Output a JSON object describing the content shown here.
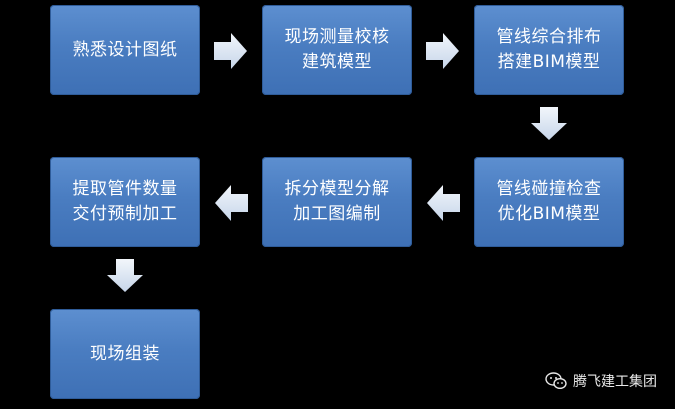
{
  "steps": [
    {
      "id": "step-1",
      "label": "熟悉设计图纸"
    },
    {
      "id": "step-2",
      "label": "现场测量校核\n建筑模型"
    },
    {
      "id": "step-3",
      "label": "管线综合排布\n搭建BIM模型"
    },
    {
      "id": "step-4",
      "label": "管线碰撞检查\n优化BIM模型"
    },
    {
      "id": "step-5",
      "label": "拆分模型分解\n加工图编制"
    },
    {
      "id": "step-6",
      "label": "提取管件数量\n交付预制加工"
    },
    {
      "id": "step-7",
      "label": "现场组装"
    }
  ],
  "arrows": [
    {
      "from": "step-1",
      "to": "step-2",
      "direction": "right"
    },
    {
      "from": "step-2",
      "to": "step-3",
      "direction": "right"
    },
    {
      "from": "step-3",
      "to": "step-4",
      "direction": "down"
    },
    {
      "from": "step-4",
      "to": "step-5",
      "direction": "left"
    },
    {
      "from": "step-5",
      "to": "step-6",
      "direction": "left"
    },
    {
      "from": "step-6",
      "to": "step-7",
      "direction": "down"
    }
  ],
  "watermark": {
    "text": "腾飞建工集团",
    "icon": "wechat-icon"
  },
  "colors": {
    "background": "#000000",
    "box_fill": "#4a7dc1",
    "box_text": "#ffffff",
    "arrow_fill": "#dce6f4"
  }
}
